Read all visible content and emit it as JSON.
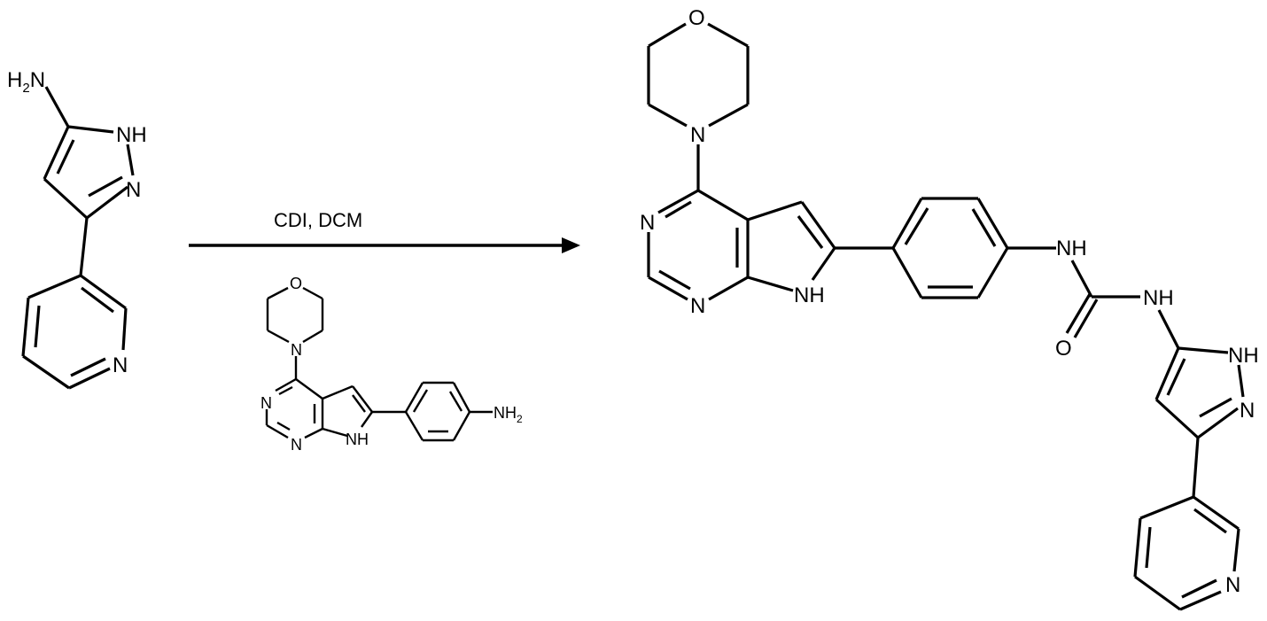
{
  "scheme": {
    "type": "reaction-scheme",
    "arrow": {
      "direction": "left-to-right"
    },
    "conditions": {
      "above_arrow": "CDI, DCM"
    },
    "reactant": {
      "name": "3-(pyridin-3-yl)-1H-pyrazol-5-amine",
      "labels": {
        "amine_h": "H",
        "amine_sub": "2",
        "amine_n": "N",
        "nh": "NH",
        "n2": "N",
        "pyridine_n": "N"
      }
    },
    "reagent": {
      "name": "4-(4-morpholino-7H-pyrrolo[2,3-d]pyrimidin-6-yl)aniline",
      "labels": {
        "morph_o": "O",
        "morph_n": "N",
        "n3": "N",
        "n1": "N",
        "nh": "NH",
        "amine_n": "NH",
        "amine_sub": "2"
      }
    },
    "product": {
      "name": "urea product",
      "labels": {
        "morph_o": "O",
        "morph_n": "N",
        "n3": "N",
        "n1": "N",
        "nh": "NH",
        "urea_nh1": "NH",
        "urea_nh2": "NH",
        "urea_o": "O",
        "pz_nh": "NH",
        "pz_n": "N",
        "pyridine_n": "N"
      }
    }
  }
}
